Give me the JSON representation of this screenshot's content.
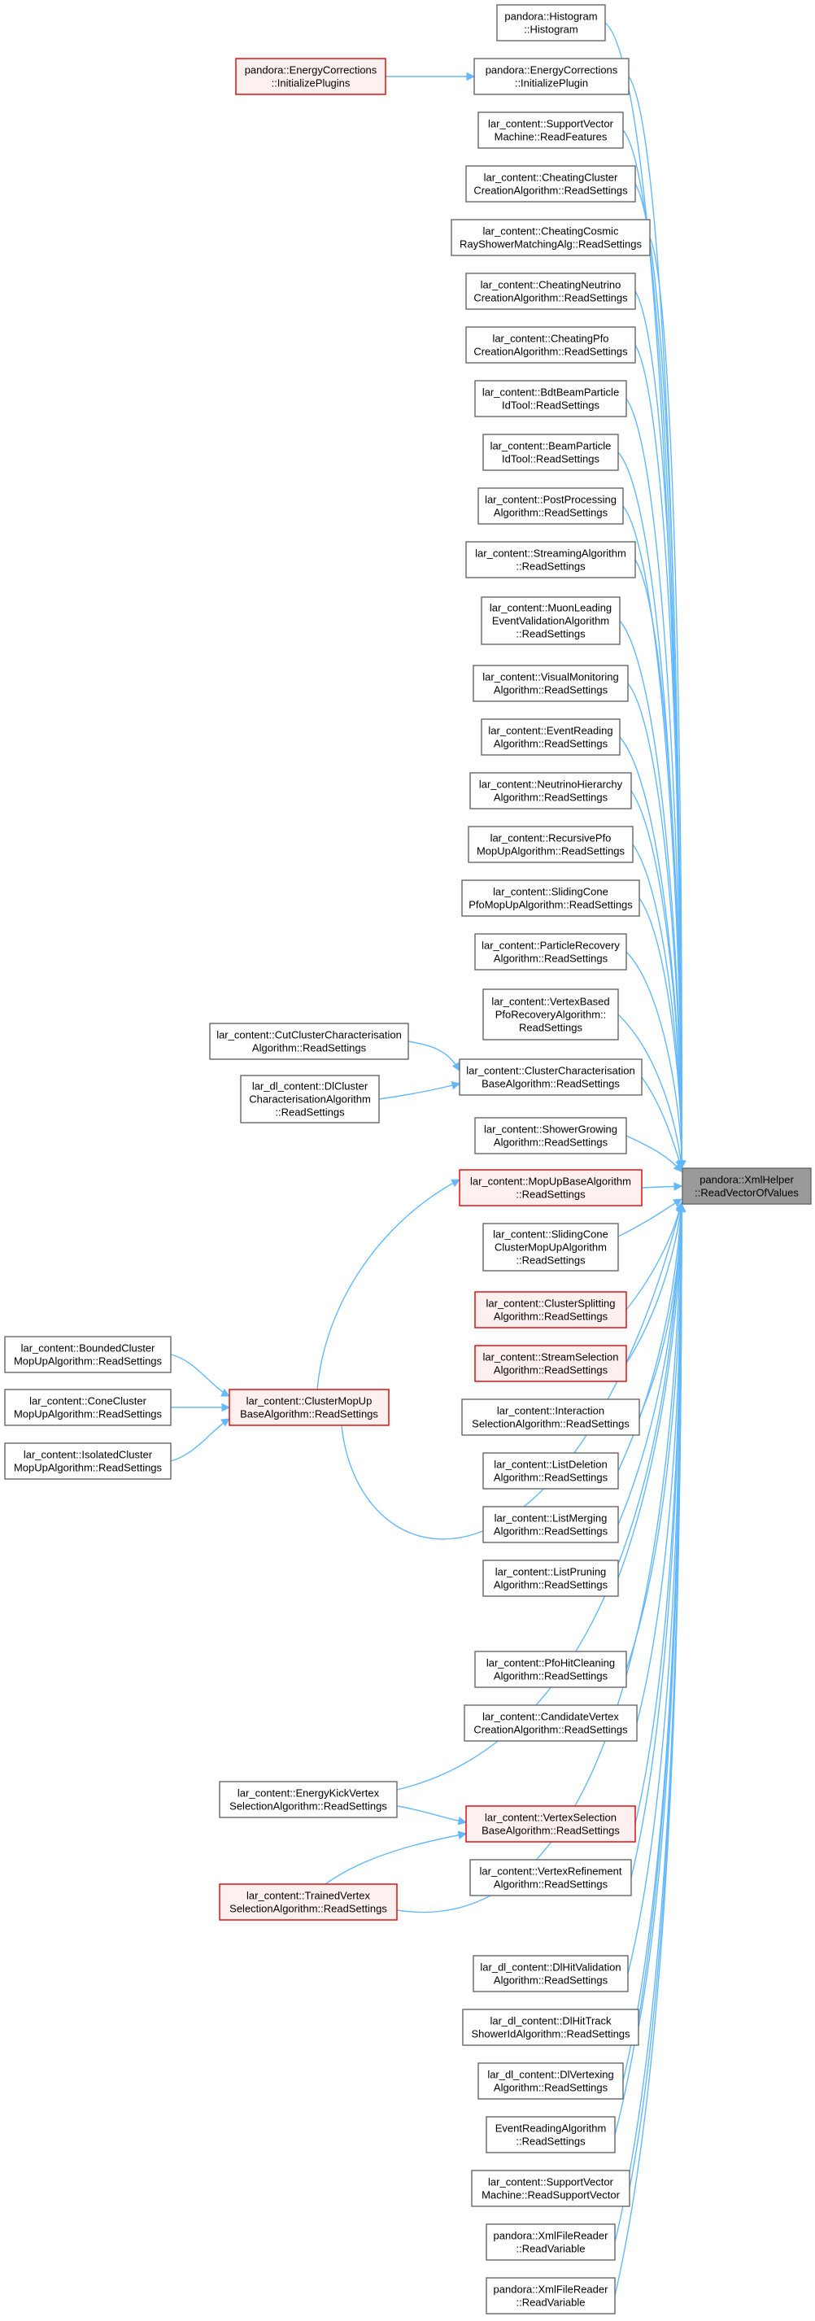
{
  "diagram": {
    "target": {
      "id": "target",
      "lines": [
        "pandora::XmlHelper",
        "::ReadVectorOfValues"
      ]
    },
    "nodes": [
      {
        "id": "histogram",
        "lines": [
          "pandora::Histogram",
          "::Histogram"
        ]
      },
      {
        "id": "energy-corrections-initialize-plugin",
        "lines": [
          "pandora::EnergyCorrections",
          "::InitializePlugin"
        ]
      },
      {
        "id": "energy-corrections-initialize-plugins",
        "lines": [
          "pandora::EnergyCorrections",
          "::InitializePlugins"
        ],
        "highlight": true
      },
      {
        "id": "svm-read-features",
        "lines": [
          "lar_content::SupportVector",
          "Machine::ReadFeatures"
        ]
      },
      {
        "id": "cheating-cluster-creation",
        "lines": [
          "lar_content::CheatingCluster",
          "CreationAlgorithm::ReadSettings"
        ]
      },
      {
        "id": "cheating-cosmic-ray-shower",
        "lines": [
          "lar_content::CheatingCosmic",
          "RayShowerMatchingAlg::ReadSettings"
        ]
      },
      {
        "id": "cheating-neutrino-creation",
        "lines": [
          "lar_content::CheatingNeutrino",
          "CreationAlgorithm::ReadSettings"
        ]
      },
      {
        "id": "cheating-pfo-creation",
        "lines": [
          "lar_content::CheatingPfo",
          "CreationAlgorithm::ReadSettings"
        ]
      },
      {
        "id": "bdt-beam-particle-id-tool",
        "lines": [
          "lar_content::BdtBeamParticle",
          "IdTool::ReadSettings"
        ]
      },
      {
        "id": "beam-particle-id-tool",
        "lines": [
          "lar_content::BeamParticle",
          "IdTool::ReadSettings"
        ]
      },
      {
        "id": "post-processing",
        "lines": [
          "lar_content::PostProcessing",
          "Algorithm::ReadSettings"
        ]
      },
      {
        "id": "streaming-algorithm",
        "lines": [
          "lar_content::StreamingAlgorithm",
          "::ReadSettings"
        ]
      },
      {
        "id": "muon-leading-validation",
        "lines": [
          "lar_content::MuonLeading",
          "EventValidationAlgorithm",
          "::ReadSettings"
        ]
      },
      {
        "id": "visual-monitoring",
        "lines": [
          "lar_content::VisualMonitoring",
          "Algorithm::ReadSettings"
        ]
      },
      {
        "id": "event-reading",
        "lines": [
          "lar_content::EventReading",
          "Algorithm::ReadSettings"
        ]
      },
      {
        "id": "neutrino-hierarchy",
        "lines": [
          "lar_content::NeutrinoHierarchy",
          "Algorithm::ReadSettings"
        ]
      },
      {
        "id": "recursive-pfo-mopup",
        "lines": [
          "lar_content::RecursivePfo",
          "MopUpAlgorithm::ReadSettings"
        ]
      },
      {
        "id": "sliding-cone-pfo-mopup",
        "lines": [
          "lar_content::SlidingCone",
          "PfoMopUpAlgorithm::ReadSettings"
        ]
      },
      {
        "id": "particle-recovery",
        "lines": [
          "lar_content::ParticleRecovery",
          "Algorithm::ReadSettings"
        ]
      },
      {
        "id": "vertex-based-pfo-recovery",
        "lines": [
          "lar_content::VertexBased",
          "PfoRecoveryAlgorithm::",
          "ReadSettings"
        ]
      },
      {
        "id": "cluster-characterisation-base",
        "lines": [
          "lar_content::ClusterCharacterisation",
          "BaseAlgorithm::ReadSettings"
        ]
      },
      {
        "id": "cut-cluster-characterisation",
        "lines": [
          "lar_content::CutClusterCharacterisation",
          "Algorithm::ReadSettings"
        ]
      },
      {
        "id": "dl-cluster-characterisation",
        "lines": [
          "lar_dl_content::DlCluster",
          "CharacterisationAlgorithm",
          "::ReadSettings"
        ]
      },
      {
        "id": "shower-growing",
        "lines": [
          "lar_content::ShowerGrowing",
          "Algorithm::ReadSettings"
        ]
      },
      {
        "id": "mopup-base",
        "lines": [
          "lar_content::MopUpBaseAlgorithm",
          "::ReadSettings"
        ],
        "highlight": true
      },
      {
        "id": "sliding-cone-cluster-mopup",
        "lines": [
          "lar_content::SlidingCone",
          "ClusterMopUpAlgorithm",
          "::ReadSettings"
        ]
      },
      {
        "id": "cluster-splitting",
        "lines": [
          "lar_content::ClusterSplitting",
          "Algorithm::ReadSettings"
        ],
        "highlight": true
      },
      {
        "id": "stream-selection",
        "lines": [
          "lar_content::StreamSelection",
          "Algorithm::ReadSettings"
        ],
        "highlight": true
      },
      {
        "id": "interaction-selection",
        "lines": [
          "lar_content::Interaction",
          "SelectionAlgorithm::ReadSettings"
        ]
      },
      {
        "id": "cluster-mopup-base",
        "lines": [
          "lar_content::ClusterMopUp",
          "BaseAlgorithm::ReadSettings"
        ],
        "highlight": true
      },
      {
        "id": "bounded-cluster-mopup",
        "lines": [
          "lar_content::BoundedCluster",
          "MopUpAlgorithm::ReadSettings"
        ]
      },
      {
        "id": "cone-cluster-mopup",
        "lines": [
          "lar_content::ConeCluster",
          "MopUpAlgorithm::ReadSettings"
        ]
      },
      {
        "id": "isolated-cluster-mopup",
        "lines": [
          "lar_content::IsolatedCluster",
          "MopUpAlgorithm::ReadSettings"
        ]
      },
      {
        "id": "list-deletion",
        "lines": [
          "lar_content::ListDeletion",
          "Algorithm::ReadSettings"
        ]
      },
      {
        "id": "list-merging",
        "lines": [
          "lar_content::ListMerging",
          "Algorithm::ReadSettings"
        ]
      },
      {
        "id": "list-pruning",
        "lines": [
          "lar_content::ListPruning",
          "Algorithm::ReadSettings"
        ]
      },
      {
        "id": "pfo-hit-cleaning",
        "lines": [
          "lar_content::PfoHitCleaning",
          "Algorithm::ReadSettings"
        ]
      },
      {
        "id": "candidate-vertex-creation",
        "lines": [
          "lar_content::CandidateVertex",
          "CreationAlgorithm::ReadSettings"
        ]
      },
      {
        "id": "energy-kick-vertex-selection",
        "lines": [
          "lar_content::EnergyKickVertex",
          "SelectionAlgorithm::ReadSettings"
        ]
      },
      {
        "id": "vertex-selection-base",
        "lines": [
          "lar_content::VertexSelection",
          "BaseAlgorithm::ReadSettings"
        ],
        "highlight": true
      },
      {
        "id": "trained-vertex-selection",
        "lines": [
          "lar_content::TrainedVertex",
          "SelectionAlgorithm::ReadSettings"
        ],
        "highlight": true
      },
      {
        "id": "vertex-refinement",
        "lines": [
          "lar_content::VertexRefinement",
          "Algorithm::ReadSettings"
        ]
      },
      {
        "id": "dl-hit-validation",
        "lines": [
          "lar_dl_content::DlHitValidation",
          "Algorithm::ReadSettings"
        ]
      },
      {
        "id": "dl-hit-track-shower-id",
        "lines": [
          "lar_dl_content::DlHitTrack",
          "ShowerIdAlgorithm::ReadSettings"
        ]
      },
      {
        "id": "dl-vertexing",
        "lines": [
          "lar_dl_content::DlVertexing",
          "Algorithm::ReadSettings"
        ]
      },
      {
        "id": "event-reading-algorithm",
        "lines": [
          "EventReadingAlgorithm",
          "::ReadSettings"
        ]
      },
      {
        "id": "svm-read-support-vector",
        "lines": [
          "lar_content::SupportVector",
          "Machine::ReadSupportVector"
        ]
      },
      {
        "id": "xml-file-reader-1",
        "lines": [
          "pandora::XmlFileReader",
          "::ReadVariable"
        ]
      },
      {
        "id": "xml-file-reader-2",
        "lines": [
          "pandora::XmlFileReader",
          "::ReadVariable"
        ]
      }
    ]
  }
}
